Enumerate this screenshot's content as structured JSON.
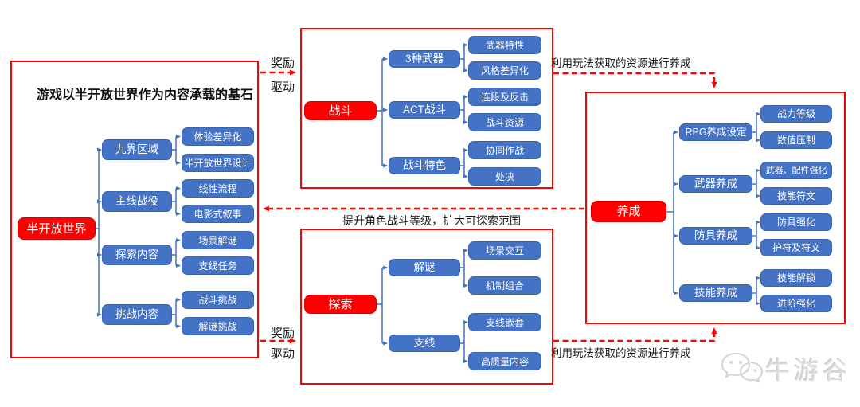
{
  "diagram": {
    "left_panel": {
      "title": "游戏以半开放世界作为内容承载的基石",
      "root": "半开放世界",
      "branches": [
        {
          "label": "九界区域",
          "children": [
            "体验差异化",
            "半开放世界设计"
          ]
        },
        {
          "label": "主线战役",
          "children": [
            "线性流程",
            "电影式叙事"
          ]
        },
        {
          "label": "探索内容",
          "children": [
            "场景解谜",
            "支线任务"
          ]
        },
        {
          "label": "挑战内容",
          "children": [
            "战斗挑战",
            "解谜挑战"
          ]
        }
      ]
    },
    "combat_panel": {
      "root": "战斗",
      "branches": [
        {
          "label": "3种武器",
          "children": [
            "武器特性",
            "风格差异化"
          ]
        },
        {
          "label": "ACT战斗",
          "children": [
            "连段及反击",
            "战斗资源"
          ]
        },
        {
          "label": "战斗特色",
          "children": [
            "协同作战",
            "处决"
          ]
        }
      ]
    },
    "explore_panel": {
      "root": "探索",
      "branches": [
        {
          "label": "解谜",
          "children": [
            "场景交互",
            "机制组合"
          ]
        },
        {
          "label": "支线",
          "children": [
            "支线嵌套",
            "高质量内容"
          ]
        }
      ]
    },
    "growth_panel": {
      "root": "养成",
      "branches": [
        {
          "label": "RPG养成设定",
          "children": [
            "战力等级",
            "数值压制"
          ]
        },
        {
          "label": "武器养成",
          "children": [
            "武器、配件强化",
            "技能符文"
          ]
        },
        {
          "label": "防具养成",
          "children": [
            "防具强化",
            "护符及符文"
          ]
        },
        {
          "label": "技能养成",
          "children": [
            "技能解锁",
            "进阶强化"
          ]
        }
      ]
    },
    "arrow_labels": {
      "reward_top_line1": "奖励",
      "reward_top_line2": "驱动",
      "reward_bottom_line1": "奖励",
      "reward_bottom_line2": "驱动",
      "resource_top": "利用玩法获取的资源进行养成",
      "resource_bottom": "利用玩法获取的资源进行养成",
      "progress_middle": "提升角色战斗等级，扩大可探索范围"
    },
    "watermark": "牛游谷",
    "colors": {
      "accent_red": "#FF0000",
      "node_blue": "#4472C4",
      "text_on_node": "#FFFFFF",
      "watermark_gray": "#D9D9D9"
    }
  }
}
